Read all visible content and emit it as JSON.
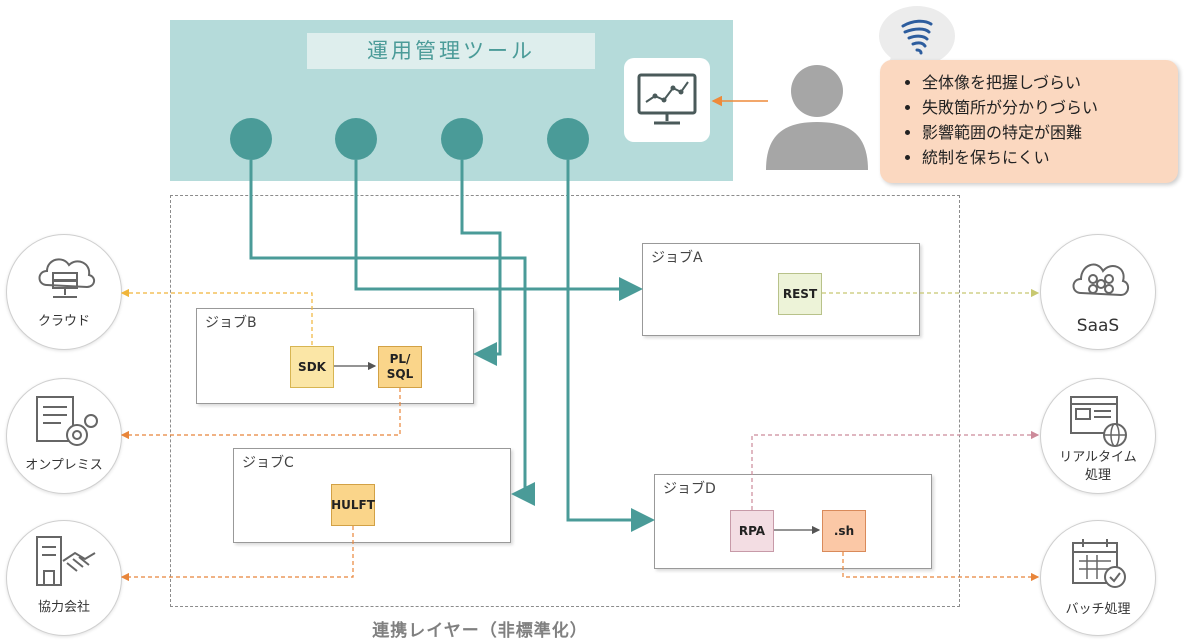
{
  "tool": {
    "title": "運用管理ツール"
  },
  "layer": {
    "label": "連携レイヤー（非標準化）"
  },
  "issues": [
    "全体像を把握しづらい",
    "失敗箇所が分かりづらい",
    "影響範囲の特定が困難",
    "統制を保ちにくい"
  ],
  "jobs": {
    "a": {
      "title": "ジョブA",
      "items": [
        "REST"
      ]
    },
    "b": {
      "title": "ジョブB",
      "items": [
        "SDK",
        "PL/\nSQL"
      ]
    },
    "c": {
      "title": "ジョブC",
      "items": [
        "HULFT"
      ]
    },
    "d": {
      "title": "ジョブD",
      "items": [
        "RPA",
        ".sh"
      ]
    }
  },
  "left_targets": [
    "クラウド",
    "オンプレミス",
    "協力会社"
  ],
  "right_targets": [
    "SaaS",
    "リアルタイム\n処理",
    "バッチ処理"
  ],
  "colors": {
    "teal": "#4a9b98",
    "panel": "#b5dbda",
    "bubble": "#fbd8c0",
    "arrow_orange": "#ee8a3a",
    "dash_yellow": "#f0b53a",
    "dash_orange": "#e8853a",
    "dash_green": "#c8c870",
    "dash_pink": "#cc8a9a"
  }
}
